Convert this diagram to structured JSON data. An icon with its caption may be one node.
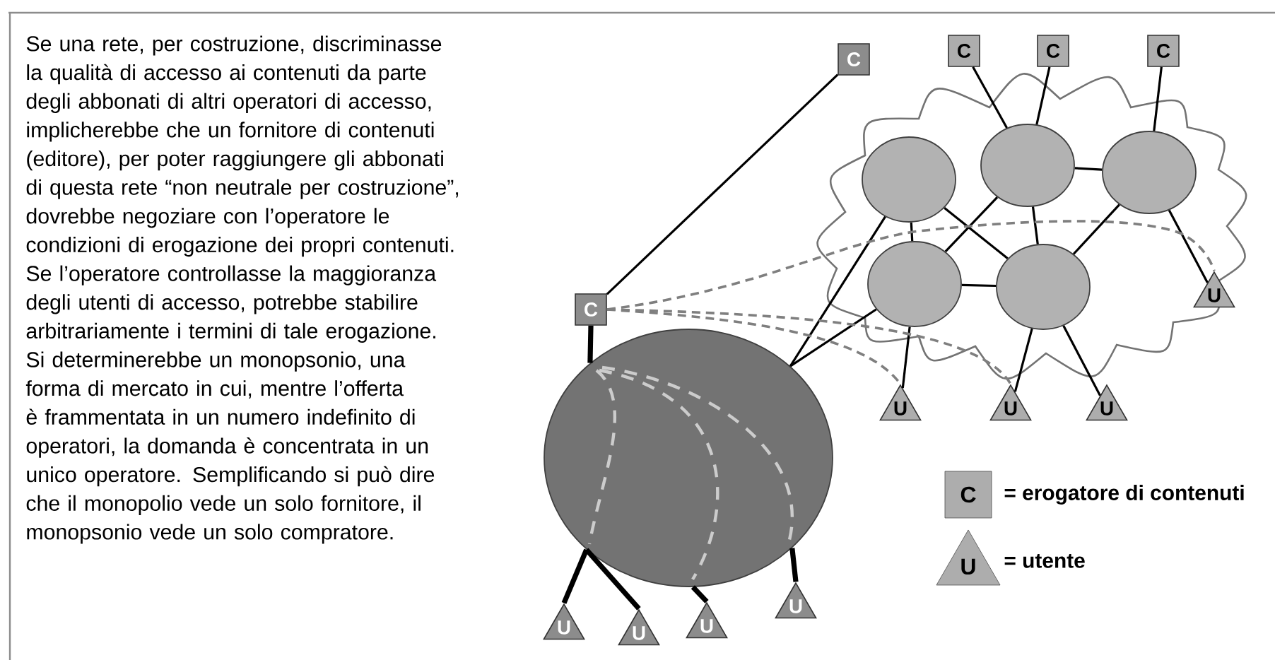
{
  "diagram": {
    "nodes": [
      {
        "text": [
          "C"
        ]
      },
      {
        "text": [
          "C"
        ]
      },
      {
        "text": [
          "C"
        ]
      },
      {
        "text": [
          "C"
        ]
      },
      {
        "text": [],
        "shape": "ellipse"
      },
      {
        "text": [],
        "shape": "ellipse"
      },
      {
        "text": [],
        "shape": "ellipse"
      },
      {
        "text": [],
        "shape": "ellipse"
      },
      {
        "text": [],
        "shape": "ellipse"
      },
      {
        "text": [
          "C"
        ]
      },
      {
        "text": [],
        "shape": "circle"
      },
      {
        "text": [
          "U"
        ]
      },
      {
        "text": [
          "U"
        ]
      },
      {
        "text": [
          "U"
        ]
      },
      {
        "text": [
          "U"
        ]
      },
      {
        "text": [
          "U"
        ]
      },
      {
        "text": [
          "U"
        ]
      },
      {
        "text": [
          "U"
        ]
      },
      {
        "text": [
          "U"
        ]
      }
    ],
    "edges": [
      {
        "from": 0,
        "to": 9,
        "arrow": "none"
      },
      {
        "from": 1,
        "to": 5,
        "arrow": "none"
      },
      {
        "from": 2,
        "to": 5,
        "arrow": "none"
      },
      {
        "from": 3,
        "to": 6,
        "arrow": "none"
      },
      {
        "from": 4,
        "to": 7,
        "arrow": "none"
      },
      {
        "from": 4,
        "to": 8,
        "arrow": "none"
      },
      {
        "from": 5,
        "to": 7,
        "arrow": "none"
      },
      {
        "from": 5,
        "to": 8,
        "arrow": "none"
      },
      {
        "from": 5,
        "to": 6,
        "arrow": "none"
      },
      {
        "from": 6,
        "to": 8,
        "arrow": "none"
      },
      {
        "from": 7,
        "to": 8,
        "arrow": "none"
      },
      {
        "from": 4,
        "to": 10,
        "arrow": "none"
      },
      {
        "from": 7,
        "to": 10,
        "arrow": "none"
      },
      {
        "from": 7,
        "to": 11,
        "arrow": "none"
      },
      {
        "from": 8,
        "to": 12,
        "arrow": "none"
      },
      {
        "from": 8,
        "to": 13,
        "arrow": "none"
      },
      {
        "from": 6,
        "to": 14,
        "arrow": "none"
      },
      {
        "from": 9,
        "to": 10,
        "arrow": "none",
        "style": "thick"
      },
      {
        "from": 10,
        "to": 15,
        "arrow": "none",
        "style": "thick"
      },
      {
        "from": 10,
        "to": 16,
        "arrow": "none",
        "style": "thick"
      },
      {
        "from": 10,
        "to": 17,
        "arrow": "none",
        "style": "thick"
      },
      {
        "from": 10,
        "to": 18,
        "arrow": "none",
        "style": "thick"
      },
      {
        "from": 9,
        "to": 14,
        "arrow": "none",
        "style": "dashed",
        "color": "#7f7f7f"
      },
      {
        "from": 9,
        "to": 11,
        "arrow": "none",
        "style": "dashed",
        "color": "#7f7f7f"
      },
      {
        "from": 9,
        "to": 12,
        "arrow": "none",
        "style": "dashed",
        "color": "#7f7f7f"
      }
    ],
    "labels": [
      "Se una rete, per costruzione, discriminasse la qualità di accesso ai contenuti da parte degli abbonati di altri operatori di accesso, implicherebbe che un fornitore di contenuti (editore), per poter raggiungere gli abbonati di questa rete “non neutrale per costruzione”, dovrebbe negoziare con l’operatore le condizioni di erogazione dei propri contenuti. Se l’operatore controllasse la maggioranza degli utenti di accesso, potrebbe stabilire arbitrariamente i termini di tale erogazione. Si determinerebbe un monopsonio, una forma di mercato in cui, mentre l’offerta è frammentata in un numero indefinito di operatori, la domanda è concentrata in un unico operatore. Semplificando si può dire che il monopolio vede un solo fornitore, il monopsonio vede un solo compratore.",
      "C",
      "U"
    ],
    "legend": [
      {
        "text": "= erogatore di contenuti"
      },
      {
        "text": "= utente"
      }
    ]
  }
}
